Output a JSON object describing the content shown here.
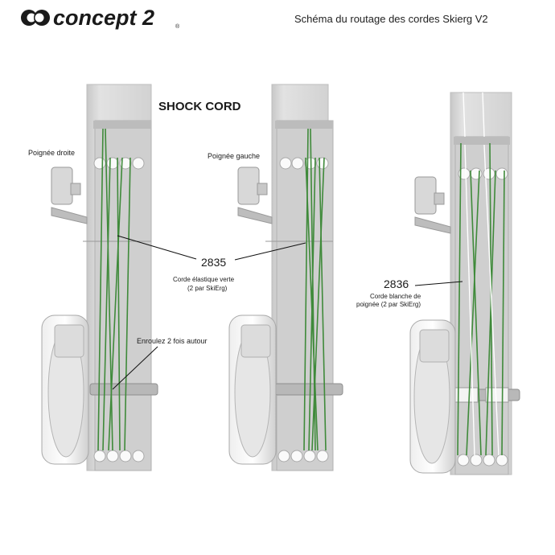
{
  "header": {
    "brand": "concept 2",
    "registered": "®",
    "title": "Schéma du routage des cordes Skierg V2"
  },
  "colors": {
    "green_cord": "#3f8a3a",
    "white_cord": "#ffffff",
    "frame": "#d6d6d6",
    "frame_dark": "#9a9a9a",
    "leader": "#111111"
  },
  "panels": {
    "left": {
      "heading": "SHOCK CORD",
      "handle_label": "Poignée droite",
      "wrap_label": "Enroulez 2 fois autour"
    },
    "middle": {
      "handle_label": "Poignée gauche"
    },
    "right": {
      "part_number": "2836",
      "part_desc_line1": "Corde blanche de",
      "part_desc_line2": "poignée (2 par SkiErg)"
    }
  },
  "shared_callout": {
    "part_number": "2835",
    "desc_line1": "Corde élastique verte",
    "desc_line2": "(2 par SkiErg)"
  }
}
